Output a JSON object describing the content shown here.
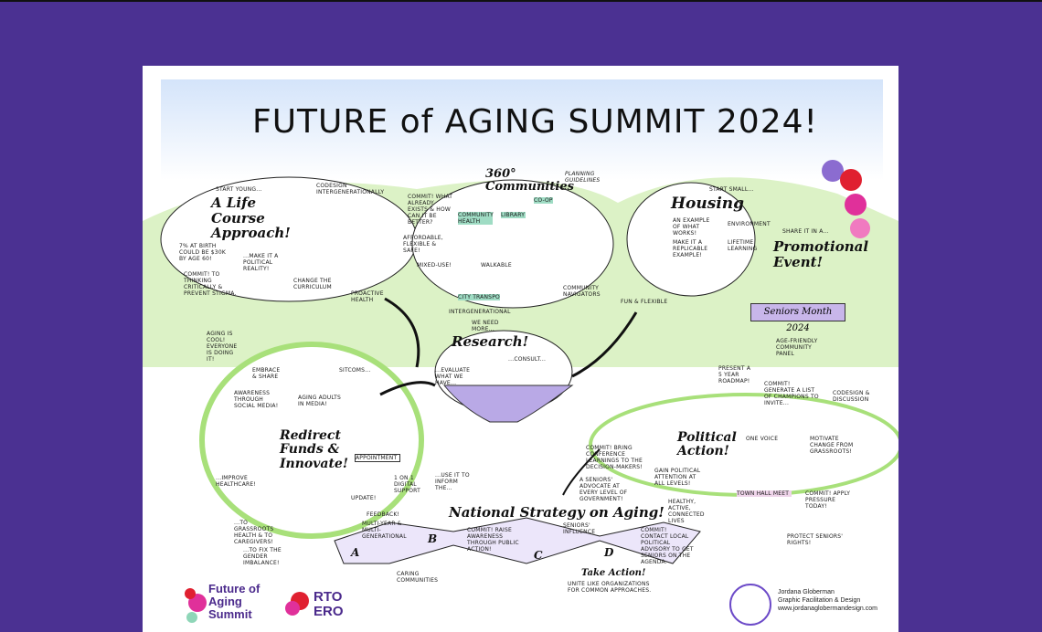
{
  "poster": {
    "title": "FUTURE of AGING SUMMIT 2024!",
    "sections": {
      "life_course": {
        "heading": "A Life Course Approach!",
        "notes": [
          "Start young...",
          "Codesign intergenerationally",
          "7% at birth could be $30k by age 60!",
          "...make it a political reality!",
          "Commit! To thinking critically & prevent stigma.",
          "Change the curriculum",
          "Proactive health"
        ]
      },
      "communities": {
        "heading": "360° Communities",
        "notes": [
          "Commit! What already exists & how can it be better?",
          "Affordable, flexible & safe!",
          "Mixed-use!",
          "Walkable",
          "Intergenerational",
          "Community navigators",
          "Planning Guidelines",
          "Community Health",
          "Library",
          "Co-op",
          "City Transpo"
        ]
      },
      "housing": {
        "heading": "Housing",
        "notes": [
          "Start small...",
          "An example of what works!",
          "Make it a replicable example!",
          "Environment",
          "Lifetime learning",
          "Fun & flexible"
        ]
      },
      "promotional": {
        "heading": "Promotional Event!",
        "banner": "Seniors Month 2024",
        "notes": [
          "Share it in a...",
          "Age-friendly community panel",
          "Present a 5 year roadmap!",
          "Commit! Generate a list of champions to invite...",
          "Codesign & discussion"
        ]
      },
      "funds": {
        "heading": "Redirect Funds & Innovate!",
        "notes": [
          "Aging is cool! Everyone is doing it!",
          "Embrace & share",
          "Sitcoms...",
          "Awareness through social media!",
          "Aging adults in media!",
          "...improve healthcare!",
          "Appointment",
          "Update!",
          "Feedback!",
          "1 on 1 digital support",
          "...to grassroots health & to caregivers!",
          "...to fix the gender imbalance!"
        ]
      },
      "research": {
        "heading": "Research!",
        "notes": [
          "We need more...",
          "...consult...",
          "...evaluate what we have..."
        ]
      },
      "political": {
        "heading": "Political Action!",
        "notes": [
          "One voice",
          "Motivate change from grassroots!",
          "Commit! Bring conference learnings to the decision-makers!",
          "Gain political attention at all levels!",
          "A seniors' advocate at every level of government!",
          "Commit! Contact local political advisory to get seniors on the agenda.",
          "Town Hall Meet",
          "Commit! Apply pressure today!",
          "Protect seniors' rights!"
        ]
      },
      "strategy": {
        "heading": "National Strategy on Aging!",
        "notes": [
          "...use it to inform the...",
          "Multi-year & multi-generational",
          "Commit! Raise awareness through public action!",
          "Seniors' influence",
          "Healthy, active, connected lives",
          "Caring communities",
          "Take Action!",
          "Unite like organizations for common approaches."
        ],
        "steps": [
          "A",
          "B",
          "C",
          "D"
        ]
      }
    },
    "logos": {
      "summit": "Future of Aging Summit",
      "rto": [
        "RTO",
        "ERO"
      ]
    },
    "credit": [
      "Jordana Globerman",
      "Graphic Facilitation & Design",
      "www.jordanaglobermandesign.com"
    ]
  },
  "colors": {
    "background": "#4b3192",
    "hill": "#d8f0c0",
    "pink": "#e0309a",
    "red": "#d8202a",
    "purple": "#9c86d8",
    "teal": "#8fd6b8"
  }
}
